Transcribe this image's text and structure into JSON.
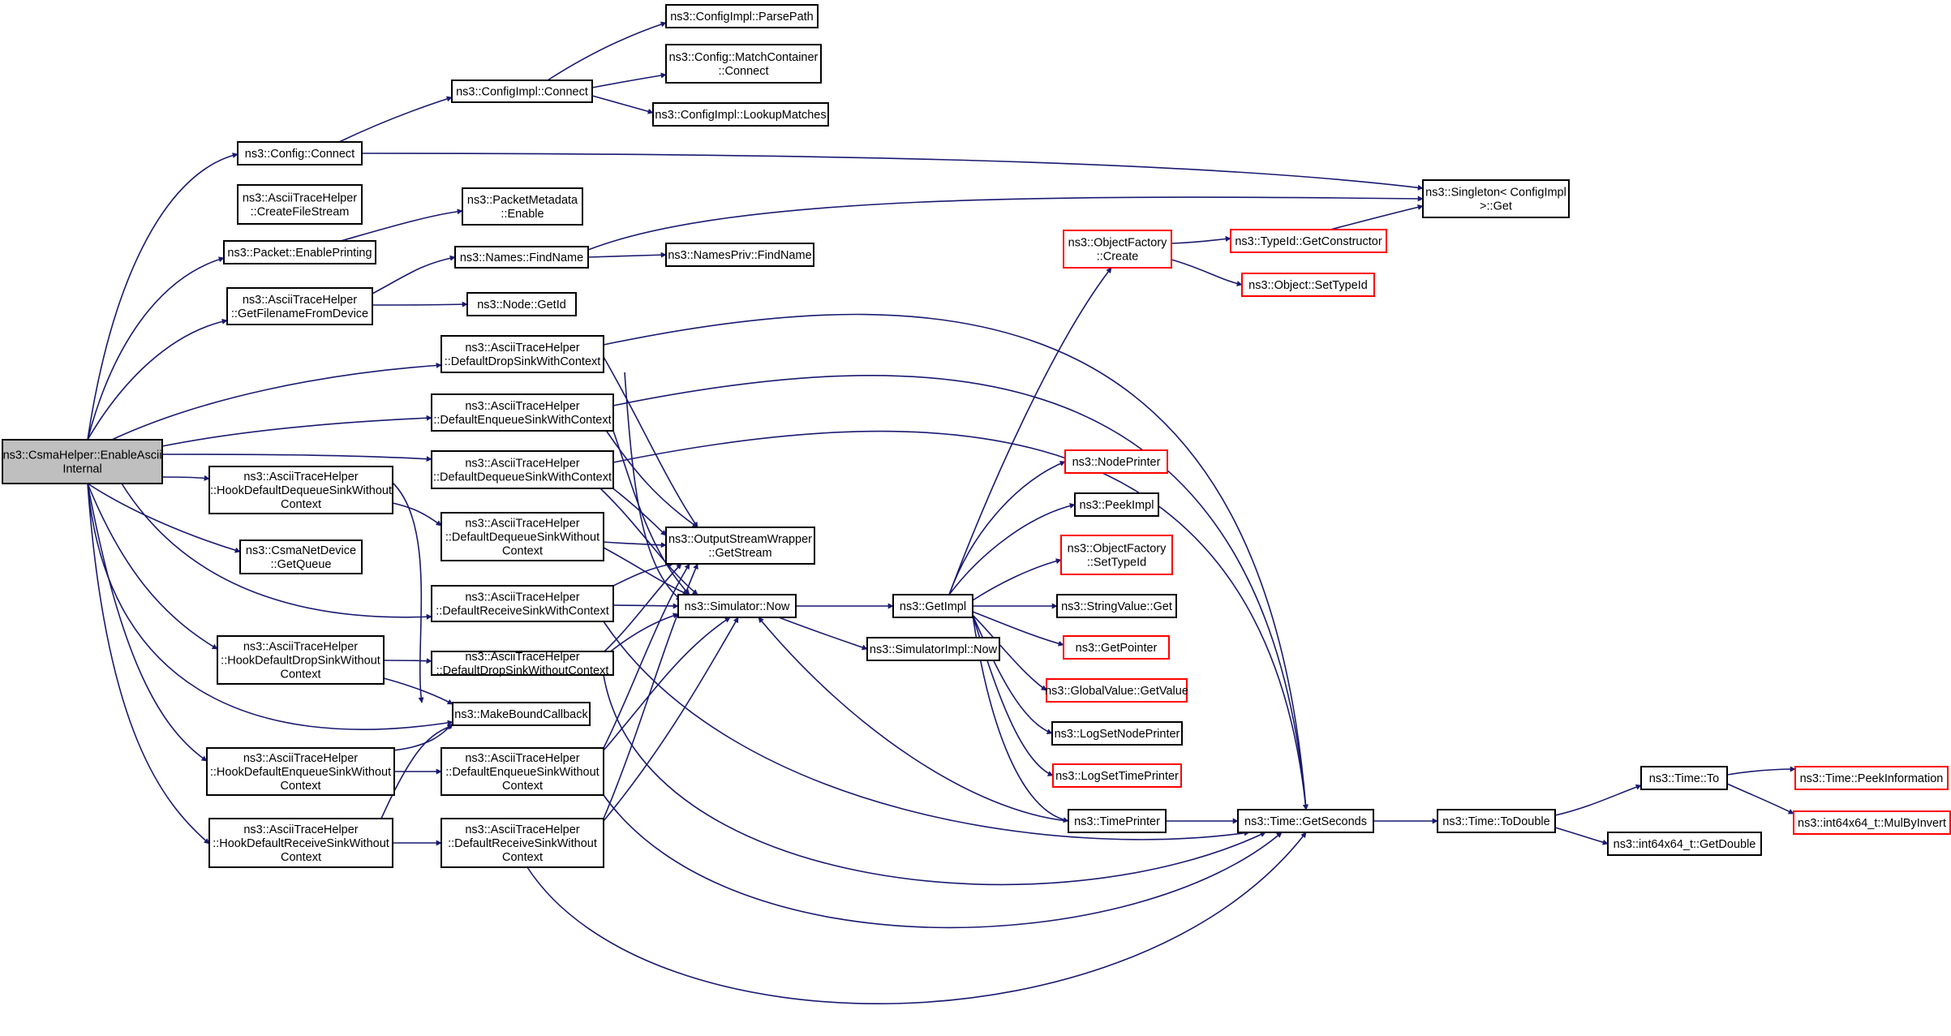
{
  "graph": {
    "edge_color": "#191970",
    "root_fill": "#bfbfbf",
    "incomplete_border_color": "#ff0000",
    "nodes": [
      {
        "id": "root",
        "lines": [
          "ns3::CsmaHelper::EnableAscii",
          "Internal"
        ],
        "style": "root"
      },
      {
        "id": "cfgconnect",
        "lines": [
          "ns3::Config::Connect"
        ],
        "style": "normal"
      },
      {
        "id": "cfgimplconnect",
        "lines": [
          "ns3::ConfigImpl::Connect"
        ],
        "style": "normal"
      },
      {
        "id": "parsepath",
        "lines": [
          "ns3::ConfigImpl::ParsePath"
        ],
        "style": "normal"
      },
      {
        "id": "matchcontainer",
        "lines": [
          "ns3::Config::MatchContainer",
          "::Connect"
        ],
        "style": "normal"
      },
      {
        "id": "lookupmatches",
        "lines": [
          "ns3::ConfigImpl::LookupMatches"
        ],
        "style": "normal"
      },
      {
        "id": "singleton",
        "lines": [
          "ns3::Singleton< ConfigImpl",
          ">::Get"
        ],
        "style": "normal"
      },
      {
        "id": "createfilestream",
        "lines": [
          "ns3::AsciiTraceHelper",
          "::CreateFileStream"
        ],
        "style": "normal"
      },
      {
        "id": "enableprinting",
        "lines": [
          "ns3::Packet::EnablePrinting"
        ],
        "style": "normal"
      },
      {
        "id": "pmenable",
        "lines": [
          "ns3::PacketMetadata",
          "::Enable"
        ],
        "style": "normal"
      },
      {
        "id": "getfilename",
        "lines": [
          "ns3::AsciiTraceHelper",
          "::GetFilenameFromDevice"
        ],
        "style": "normal"
      },
      {
        "id": "findname",
        "lines": [
          "ns3::Names::FindName"
        ],
        "style": "normal"
      },
      {
        "id": "namesprivfind",
        "lines": [
          "ns3::NamesPriv::FindName"
        ],
        "style": "normal"
      },
      {
        "id": "nodegetid",
        "lines": [
          "ns3::Node::GetId"
        ],
        "style": "normal"
      },
      {
        "id": "ofcreate",
        "lines": [
          "ns3::ObjectFactory",
          "::Create"
        ],
        "style": "red"
      },
      {
        "id": "getconstructor",
        "lines": [
          "ns3::TypeId::GetConstructor"
        ],
        "style": "red"
      },
      {
        "id": "settypeid",
        "lines": [
          "ns3::Object::SetTypeId"
        ],
        "style": "red"
      },
      {
        "id": "ddswc",
        "lines": [
          "ns3::AsciiTraceHelper",
          "::DefaultDropSinkWithContext"
        ],
        "style": "normal"
      },
      {
        "id": "deswc",
        "lines": [
          "ns3::AsciiTraceHelper",
          "::DefaultEnqueueSinkWithContext"
        ],
        "style": "normal"
      },
      {
        "id": "ddqswc",
        "lines": [
          "ns3::AsciiTraceHelper",
          "::DefaultDequeueSinkWithContext"
        ],
        "style": "normal"
      },
      {
        "id": "hddqswoc",
        "lines": [
          "ns3::AsciiTraceHelper",
          "::HookDefaultDequeueSinkWithout",
          "Context"
        ],
        "style": "normal"
      },
      {
        "id": "ddqswoc",
        "lines": [
          "ns3::AsciiTraceHelper",
          "::DefaultDequeueSinkWithout",
          "Context"
        ],
        "style": "normal"
      },
      {
        "id": "getqueue",
        "lines": [
          "ns3::CsmaNetDevice",
          "::GetQueue"
        ],
        "style": "normal"
      },
      {
        "id": "getstream",
        "lines": [
          "ns3::OutputStreamWrapper",
          "::GetStream"
        ],
        "style": "normal"
      },
      {
        "id": "drswc",
        "lines": [
          "ns3::AsciiTraceHelper",
          "::DefaultReceiveSinkWithContext"
        ],
        "style": "normal"
      },
      {
        "id": "simnow",
        "lines": [
          "ns3::Simulator::Now"
        ],
        "style": "normal"
      },
      {
        "id": "getimpl",
        "lines": [
          "ns3::GetImpl"
        ],
        "style": "normal"
      },
      {
        "id": "simimplnow",
        "lines": [
          "ns3::SimulatorImpl::Now"
        ],
        "style": "normal"
      },
      {
        "id": "hddswoc",
        "lines": [
          "ns3::AsciiTraceHelper",
          "::HookDefaultDropSinkWithout",
          "Context"
        ],
        "style": "normal"
      },
      {
        "id": "ddswoc",
        "lines": [
          "ns3::AsciiTraceHelper",
          "::DefaultDropSinkWithoutContext"
        ],
        "style": "normal"
      },
      {
        "id": "makebound",
        "lines": [
          "ns3::MakeBoundCallback"
        ],
        "style": "normal"
      },
      {
        "id": "hdeswoc",
        "lines": [
          "ns3::AsciiTraceHelper",
          "::HookDefaultEnqueueSinkWithout",
          "Context"
        ],
        "style": "normal"
      },
      {
        "id": "deswoc",
        "lines": [
          "ns3::AsciiTraceHelper",
          "::DefaultEnqueueSinkWithout",
          "Context"
        ],
        "style": "normal"
      },
      {
        "id": "hdrswoc",
        "lines": [
          "ns3::AsciiTraceHelper",
          "::HookDefaultReceiveSinkWithout",
          "Context"
        ],
        "style": "normal"
      },
      {
        "id": "drswoc",
        "lines": [
          "ns3::AsciiTraceHelper",
          "::DefaultReceiveSinkWithout",
          "Context"
        ],
        "style": "normal"
      },
      {
        "id": "nodeprinter",
        "lines": [
          "ns3::NodePrinter"
        ],
        "style": "red"
      },
      {
        "id": "peekimpl",
        "lines": [
          "ns3::PeekImpl"
        ],
        "style": "normal"
      },
      {
        "id": "ofsettypeid",
        "lines": [
          "ns3::ObjectFactory",
          "::SetTypeId"
        ],
        "style": "red"
      },
      {
        "id": "stringvalueget",
        "lines": [
          "ns3::StringValue::Get"
        ],
        "style": "normal"
      },
      {
        "id": "getpointer",
        "lines": [
          "ns3::GetPointer"
        ],
        "style": "red"
      },
      {
        "id": "globalvalue",
        "lines": [
          "ns3::GlobalValue::GetValue"
        ],
        "style": "red"
      },
      {
        "id": "lognodeprinter",
        "lines": [
          "ns3::LogSetNodePrinter"
        ],
        "style": "normal"
      },
      {
        "id": "logtimeprinter",
        "lines": [
          "ns3::LogSetTimePrinter"
        ],
        "style": "red"
      },
      {
        "id": "timeprinter",
        "lines": [
          "ns3::TimePrinter"
        ],
        "style": "normal"
      },
      {
        "id": "getseconds",
        "lines": [
          "ns3::Time::GetSeconds"
        ],
        "style": "normal"
      },
      {
        "id": "todouble",
        "lines": [
          "ns3::Time::ToDouble"
        ],
        "style": "normal"
      },
      {
        "id": "timeto",
        "lines": [
          "ns3::Time::To"
        ],
        "style": "normal"
      },
      {
        "id": "int64getdouble",
        "lines": [
          "ns3::int64x64_t::GetDouble"
        ],
        "style": "normal"
      },
      {
        "id": "peekinfo",
        "lines": [
          "ns3::Time::PeekInformation"
        ],
        "style": "red"
      },
      {
        "id": "mulbyinvert",
        "lines": [
          "ns3::int64x64_t::MulByInvert"
        ],
        "style": "red"
      }
    ]
  }
}
